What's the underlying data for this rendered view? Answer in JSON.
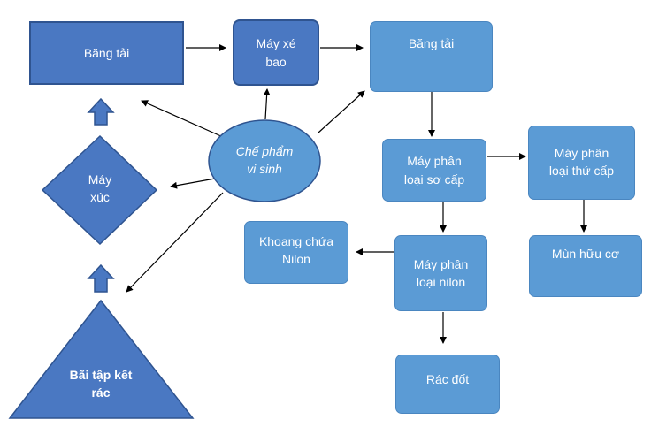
{
  "nodes": {
    "bang_tai_1": "Băng tải",
    "may_xe_bao": "Máy xé\nbao",
    "bang_tai_2": "Băng tải",
    "che_pham": "Chế phẩm\nvi sinh",
    "may_xuc": "Máy\nxúc",
    "bai_tap_ket": "Bãi tập kết\nrác",
    "may_phan_loai_so_cap": "Máy phân\nloại sơ cấp",
    "may_phan_loai_thu_cap": "Máy phân\nloại thứ cấp",
    "khoang_chua_nilon": "Khoang  chứa\nNilon",
    "may_phan_loai_nilon": "Máy phân\nloại nilon",
    "mun_huu_co": "Mùn hữu cơ",
    "rac_dot": "Rác đốt"
  },
  "colors": {
    "dark_fill": "#4a78c2",
    "dark_border": "#2f5490",
    "light_fill": "#5b9bd5",
    "arrow": "#000000"
  }
}
